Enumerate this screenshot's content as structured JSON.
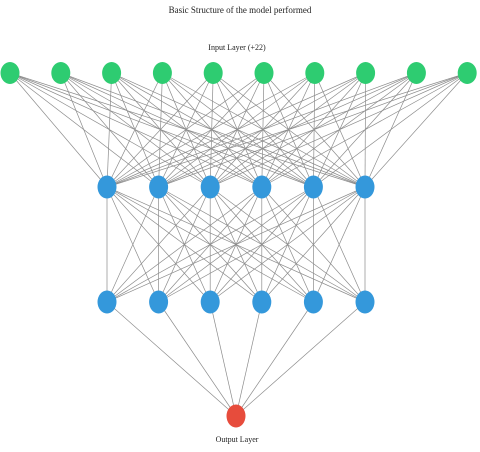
{
  "diagram": {
    "title": "Basic Structure of the model performed",
    "input_label": "Input Layer (+22)",
    "output_label": "Output Layer",
    "layers": [
      {
        "role": "input",
        "node_count": 10,
        "color": "#2ecc71"
      },
      {
        "role": "hidden",
        "node_count": 6,
        "color": "#3498db"
      },
      {
        "role": "hidden",
        "node_count": 6,
        "color": "#3498db"
      },
      {
        "role": "output",
        "node_count": 1,
        "color": "#e74c3c"
      }
    ],
    "edge_color": "#8c8c8c",
    "connectivity": "fully-connected"
  }
}
